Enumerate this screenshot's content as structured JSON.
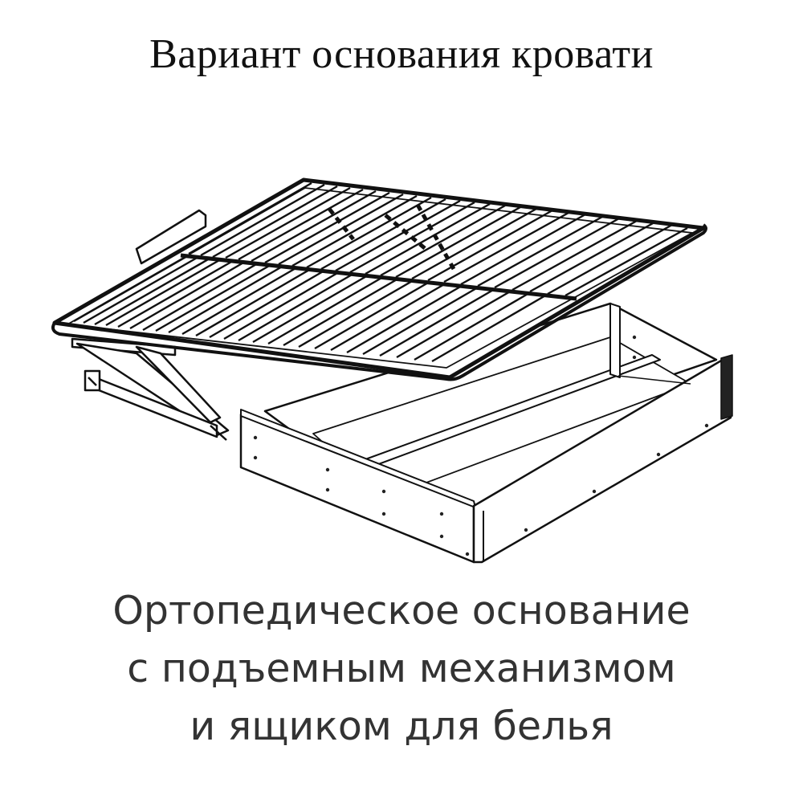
{
  "title": "Вариант основания кровати",
  "caption": {
    "line1": "Ортопедическое основание",
    "line2": "с подъемным механизмом",
    "line3": "и ящиком для белья"
  },
  "colors": {
    "ink": "#111111",
    "caption": "#333333",
    "background": "#ffffff"
  }
}
